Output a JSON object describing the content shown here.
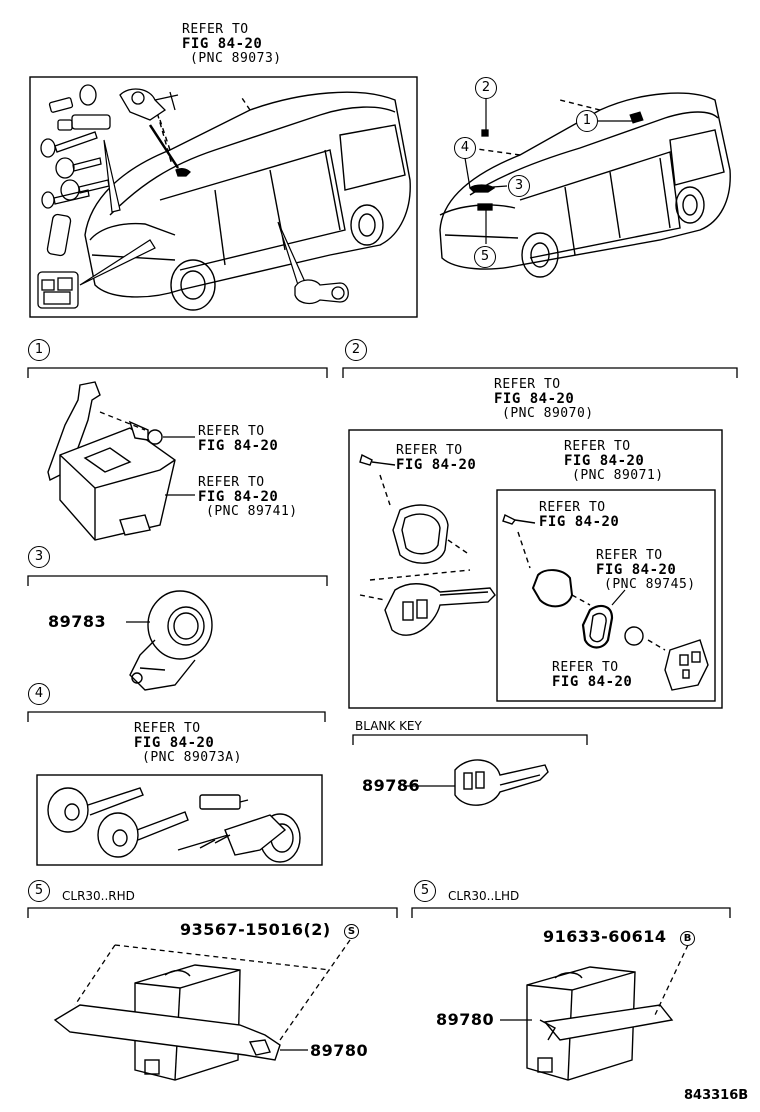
{
  "refs": {
    "top": {
      "l1": "REFER TO",
      "l2": "FIG 84-20",
      "l3": "(PNC 89073)"
    },
    "s1a": {
      "l1": "REFER TO",
      "l2": "FIG 84-20"
    },
    "s1b": {
      "l1": "REFER TO",
      "l2": "FIG 84-20",
      "l3": "(PNC 89741)"
    },
    "s2main": {
      "l1": "REFER TO",
      "l2": "FIG 84-20",
      "l3": "(PNC 89070)"
    },
    "s2a": {
      "l1": "REFER TO",
      "l2": "FIG 84-20"
    },
    "s2b": {
      "l1": "REFER TO",
      "l2": "FIG 84-20",
      "l3": "(PNC 89071)"
    },
    "s2c": {
      "l1": "REFER TO",
      "l2": "FIG 84-20"
    },
    "s2d": {
      "l1": "REFER TO",
      "l2": "FIG 84-20",
      "l3": "(PNC 89745)"
    },
    "s2e": {
      "l1": "REFER TO",
      "l2": "FIG 84-20"
    },
    "s4": {
      "l1": "REFER TO",
      "l2": "FIG 84-20",
      "l3": "(PNC 89073A)"
    }
  },
  "callouts": {
    "n1": "1",
    "n2": "2",
    "n3": "3",
    "n4": "4",
    "n5": "5"
  },
  "sections": {
    "s1": "1",
    "s2": "2",
    "s3": "3",
    "s4": "4",
    "s5a": "5",
    "s5b": "5",
    "s5a_label": "CLR30..RHD",
    "s5b_label": "CLR30..LHD",
    "blank_key": "BLANK KEY"
  },
  "parts": {
    "p89783": "89783",
    "p89786": "89786",
    "p93567": "93567-15016(2)",
    "p91633": "91633-60614",
    "p89780a": "89780",
    "p89780b": "89780"
  },
  "markers": {
    "s": "S",
    "b": "B"
  },
  "footer_code": "843316B"
}
